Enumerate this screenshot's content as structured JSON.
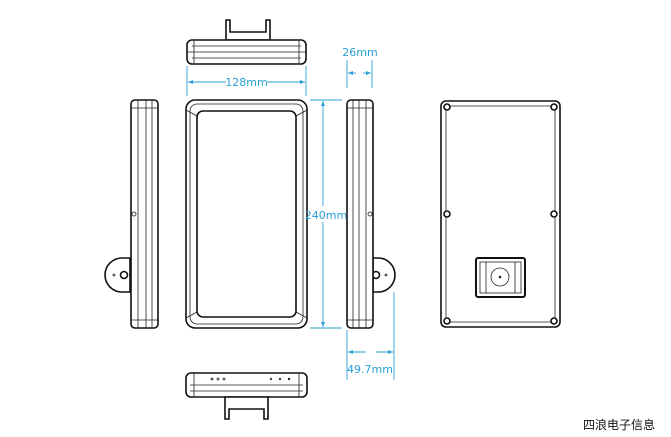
{
  "dimensions": {
    "width": "128mm",
    "height": "240mm",
    "thickness": "26mm",
    "depth_with_mount": "49.7mm"
  },
  "brand": "四浪电子信息",
  "colors": {
    "dimension": "#2a9fd6",
    "outline": "#111111"
  }
}
